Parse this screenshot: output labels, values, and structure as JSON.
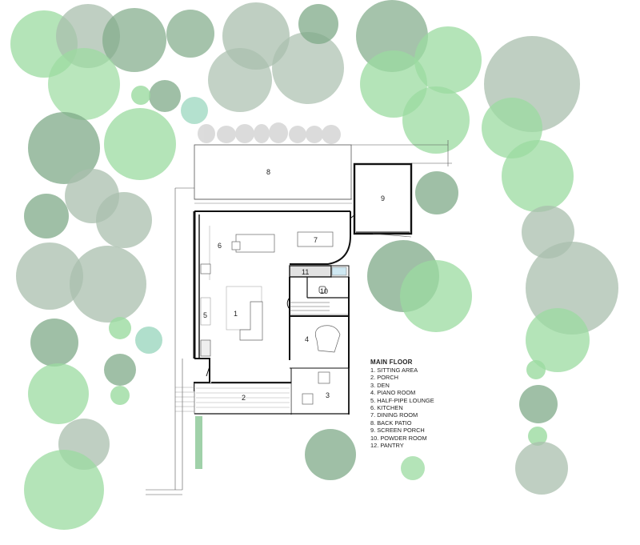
{
  "plan": {
    "legend_title": "MAIN FLOOR",
    "legend_items": [
      "1. SITTING AREA",
      "2. PORCH",
      "3. DEN",
      "4. PIANO ROOM",
      "5. HALF-PIPE LOUNGE",
      "6. KITCHEN",
      "7. DINING ROOM",
      "8. BACK PATIO",
      "9. SCREEN PORCH",
      "10. POWDER ROOM",
      "12. PANTRY"
    ],
    "room_numbers": {
      "sitting_area": "1",
      "porch": "2",
      "den": "3",
      "piano_room": "4",
      "half_pipe_lounge": "5",
      "kitchen": "6",
      "dining_room": "7",
      "back_patio": "8",
      "screen_porch": "9",
      "powder_room": "10",
      "pantry": "11"
    }
  },
  "colors": {
    "tree_dark": "#7faa88",
    "tree_light": "#9bdba0",
    "tree_gray": "#a9bfae",
    "tree_teal": "#a7dcc7",
    "wall": "#111111",
    "line": "#555555"
  }
}
